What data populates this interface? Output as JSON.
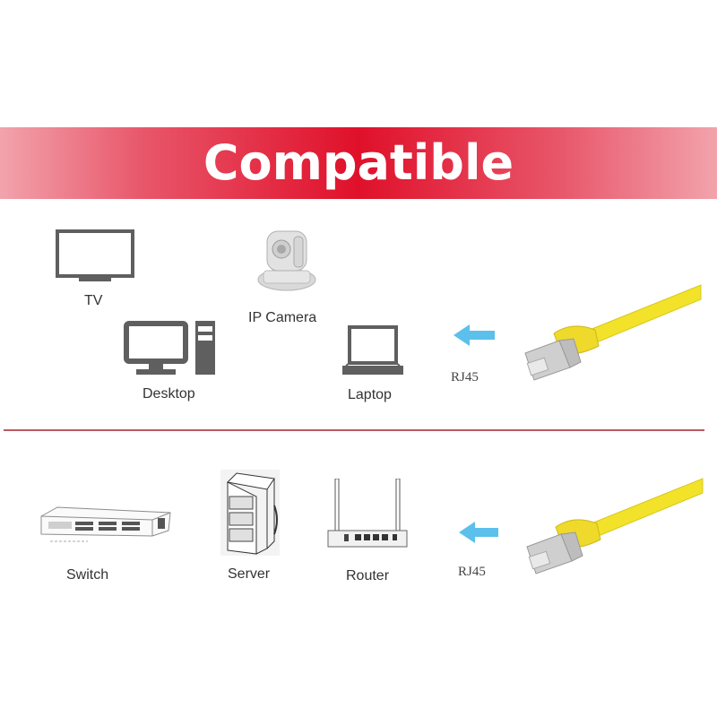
{
  "banner": {
    "title": "Compatible",
    "color_center": "#e0102a",
    "color_edges": "#f2a3ac"
  },
  "top_section": {
    "devices": [
      {
        "label": "TV",
        "icon": "tv-icon"
      },
      {
        "label": "IP Camera",
        "icon": "ip-camera-icon"
      },
      {
        "label": "Desktop",
        "icon": "desktop-icon"
      },
      {
        "label": "Laptop",
        "icon": "laptop-icon"
      }
    ],
    "connector": {
      "label": "RJ45",
      "arrow_icon": "arrow-left-icon",
      "cable_icon": "rj45-cable-icon",
      "arrow_color": "#5bc0eb",
      "cable_color": "#f2e32a"
    }
  },
  "bottom_section": {
    "devices": [
      {
        "label": "Switch",
        "icon": "switch-icon"
      },
      {
        "label": "Server",
        "icon": "server-icon"
      },
      {
        "label": "Router",
        "icon": "router-icon"
      }
    ],
    "connector": {
      "label": "RJ45",
      "arrow_icon": "arrow-left-icon",
      "cable_icon": "rj45-cable-icon",
      "arrow_color": "#5bc0eb",
      "cable_color": "#f2e32a"
    }
  }
}
